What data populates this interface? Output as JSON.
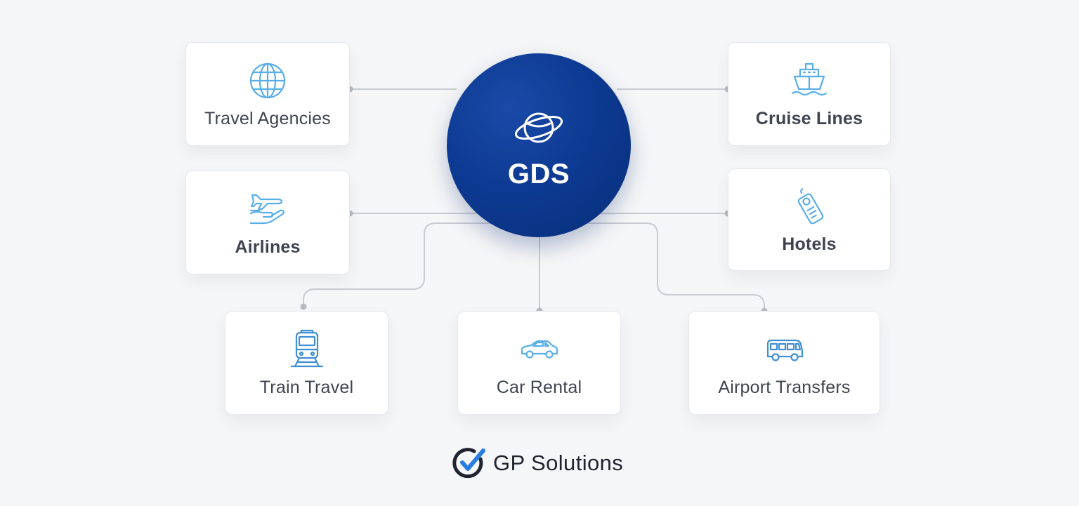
{
  "hub": {
    "title": "GDS",
    "icon": "orbit-globe-icon"
  },
  "nodes": [
    {
      "id": "travel-agencies",
      "label": "Travel Agencies",
      "icon": "globe-icon"
    },
    {
      "id": "cruise-lines",
      "label": "Cruise Lines",
      "icon": "ship-icon"
    },
    {
      "id": "airlines",
      "label": "Airlines",
      "icon": "plane-hand-icon"
    },
    {
      "id": "hotels",
      "label": "Hotels",
      "icon": "door-hanger-icon"
    },
    {
      "id": "train-travel",
      "label": "Train Travel",
      "icon": "train-icon"
    },
    {
      "id": "car-rental",
      "label": "Car Rental",
      "icon": "car-icon"
    },
    {
      "id": "airport-transfers",
      "label": "Airport Transfers",
      "icon": "bus-icon"
    }
  ],
  "brand": {
    "name": "GP Solutions",
    "icon": "checkmark-circle-icon"
  },
  "colors": {
    "hub": "#0d3b93",
    "icon_stroke": "#5aaee8",
    "connector": "#c8ccd2",
    "card_text": "#3f4450"
  }
}
